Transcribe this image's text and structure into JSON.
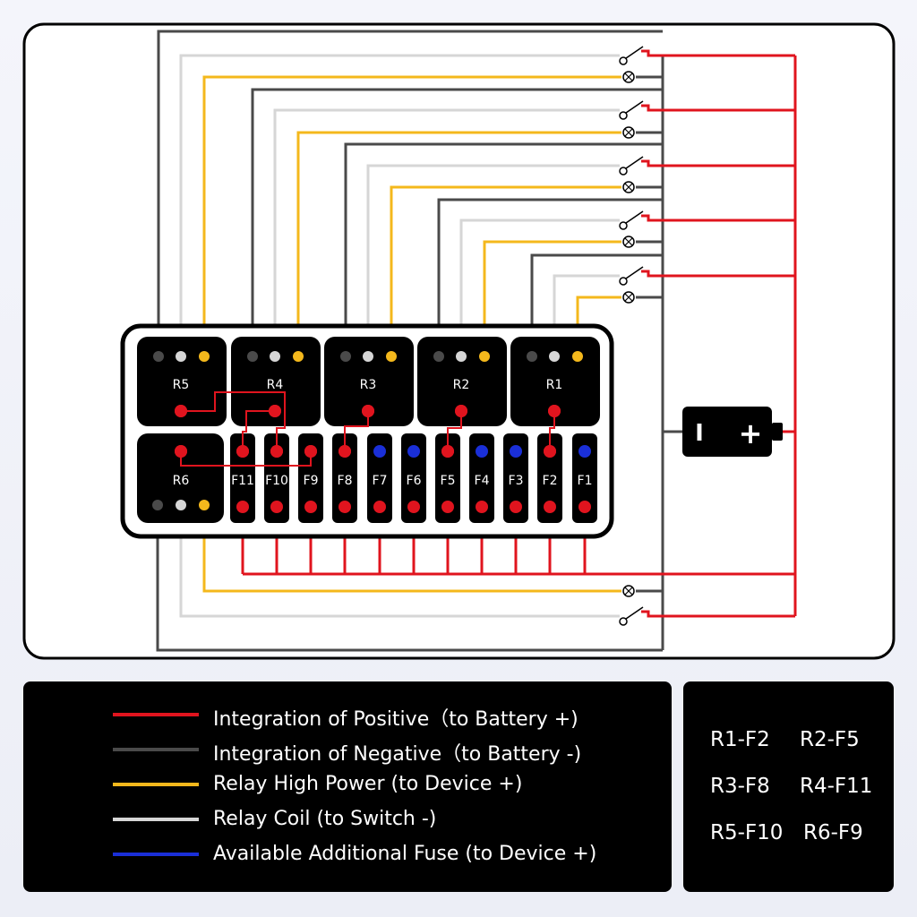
{
  "relays": [
    {
      "id": "R5",
      "label": "R5"
    },
    {
      "id": "R4",
      "label": "R4"
    },
    {
      "id": "R3",
      "label": "R3"
    },
    {
      "id": "R2",
      "label": "R2"
    },
    {
      "id": "R1",
      "label": "R1"
    },
    {
      "id": "R6",
      "label": "R6"
    }
  ],
  "fuses": [
    "F11",
    "F10",
    "F9",
    "F8",
    "F7",
    "F6",
    "F5",
    "F4",
    "F3",
    "F2",
    "F1"
  ],
  "legend": [
    {
      "label": "Integration of Positive（to Battery +)",
      "color": "#e0141e"
    },
    {
      "label": "Integration of Negative（to Battery -)",
      "color": "#4a4a4a"
    },
    {
      "label": "Relay High Power (to Device +)",
      "color": "#f4b81c"
    },
    {
      "label": "Relay Coil (to Switch -)",
      "color": "#d6d6d6"
    },
    {
      "label": "Available Additional Fuse (to Device +)",
      "color": "#1a2fd8"
    }
  ],
  "relay_fuse_map": [
    "R1-F2",
    "R2-F5",
    "R3-F8",
    "R4-F11",
    "R5-F10",
    "R6-F9"
  ],
  "battery": {
    "minus_symbol": "I",
    "plus_symbol": "+"
  },
  "colors": {
    "red": "#e0141e",
    "gray": "#4a4a4a",
    "yellow": "#f4b81c",
    "white": "#d6d6d6",
    "blue": "#1a2fd8",
    "black": "#000000"
  }
}
